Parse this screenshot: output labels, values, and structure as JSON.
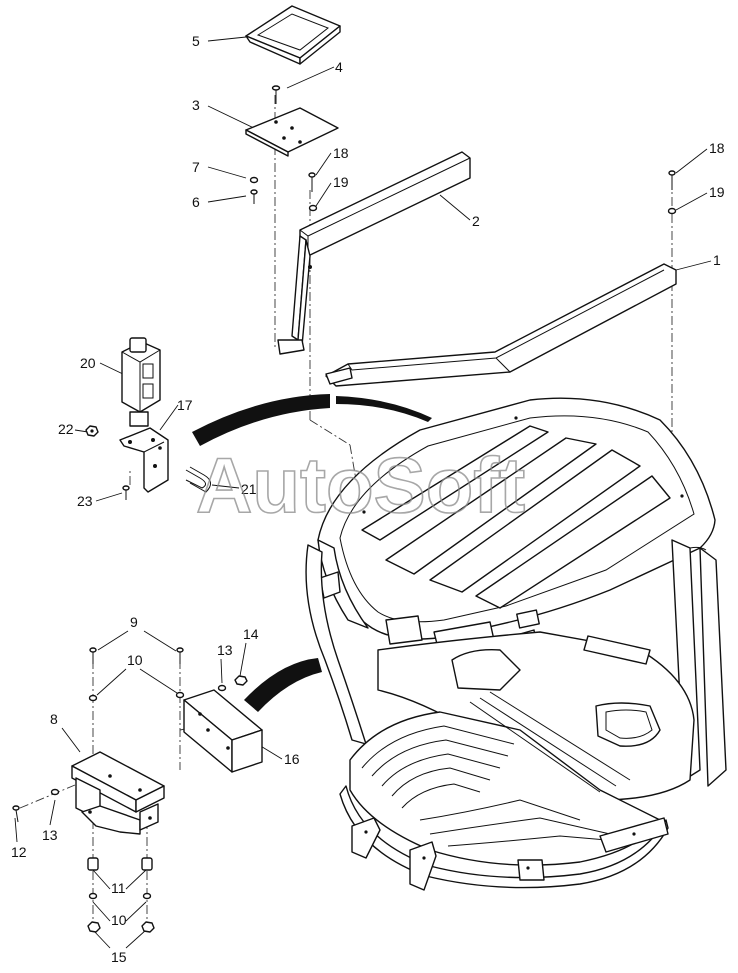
{
  "watermark": "AutoSoft",
  "callouts": [
    {
      "id": "c5",
      "text": "5"
    },
    {
      "id": "c4",
      "text": "4"
    },
    {
      "id": "c3",
      "text": "3"
    },
    {
      "id": "c7",
      "text": "7"
    },
    {
      "id": "c6",
      "text": "6"
    },
    {
      "id": "c18a",
      "text": "18"
    },
    {
      "id": "c19a",
      "text": "19"
    },
    {
      "id": "c2",
      "text": "2"
    },
    {
      "id": "c18b",
      "text": "18"
    },
    {
      "id": "c19b",
      "text": "19"
    },
    {
      "id": "c1",
      "text": "1"
    },
    {
      "id": "c20",
      "text": "20"
    },
    {
      "id": "c17",
      "text": "17"
    },
    {
      "id": "c22",
      "text": "22"
    },
    {
      "id": "c21",
      "text": "21"
    },
    {
      "id": "c23",
      "text": "23"
    },
    {
      "id": "c9",
      "text": "9"
    },
    {
      "id": "c10a",
      "text": "10"
    },
    {
      "id": "c13a",
      "text": "13"
    },
    {
      "id": "c14",
      "text": "14"
    },
    {
      "id": "c8",
      "text": "8"
    },
    {
      "id": "c16",
      "text": "16"
    },
    {
      "id": "c13b",
      "text": "13"
    },
    {
      "id": "c12",
      "text": "12"
    },
    {
      "id": "c11",
      "text": "11"
    },
    {
      "id": "c10b",
      "text": "10"
    },
    {
      "id": "c15",
      "text": "15"
    }
  ]
}
